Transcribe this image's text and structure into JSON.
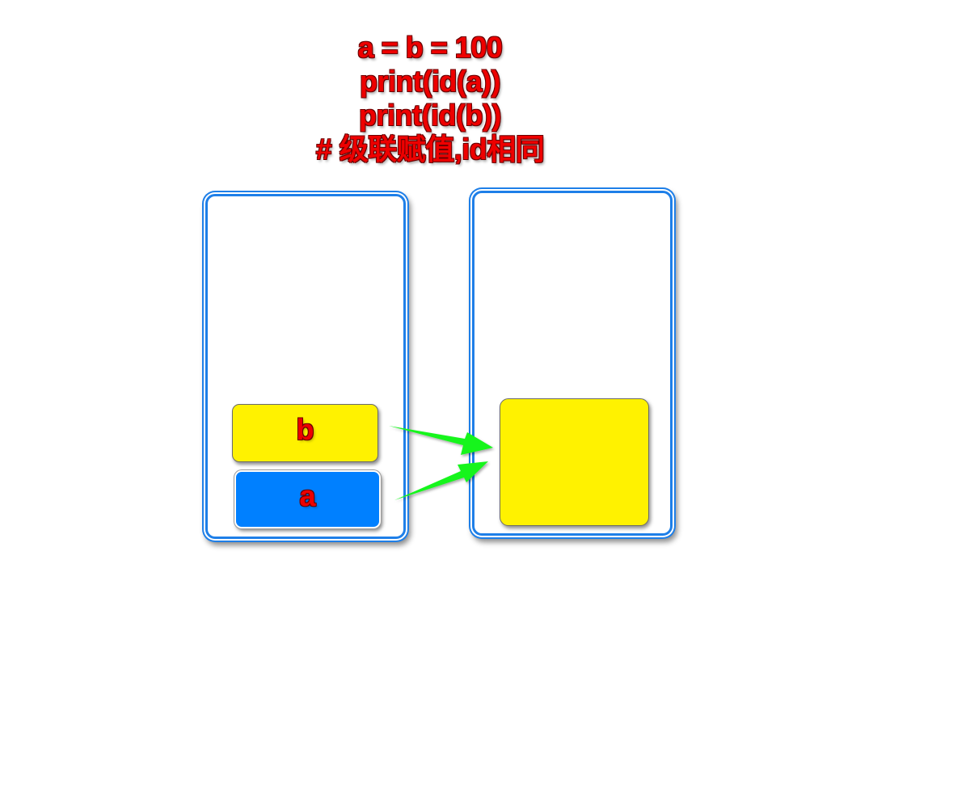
{
  "code": {
    "line1": "a = b = 100",
    "line2": "print(id(a))",
    "line3": "print(id(b))",
    "line4": "# 级联赋值,id相同"
  },
  "variables": {
    "b_label": "b",
    "a_label": "a"
  },
  "colors": {
    "text_red": "#ee0000",
    "frame_blue": "#1e7fe8",
    "var_b_fill": "#fff200",
    "var_a_fill": "#0080ff",
    "value_fill": "#fff200",
    "arrow_green": "#19f51f"
  }
}
